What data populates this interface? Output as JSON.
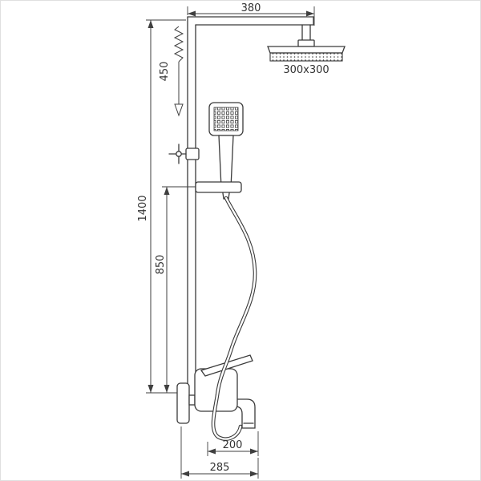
{
  "page": {
    "background": "#ffffff",
    "border_color": "#e0e0e0",
    "line_color": "#3a3a3a",
    "text_color": "#333333"
  },
  "diagram": {
    "labels": {
      "top_width": "380",
      "head_size": "300x300",
      "adjustable_range": "450",
      "overall_height": "1400",
      "lower_section_height": "850",
      "spout_reach": "200",
      "base_width": "285"
    }
  }
}
